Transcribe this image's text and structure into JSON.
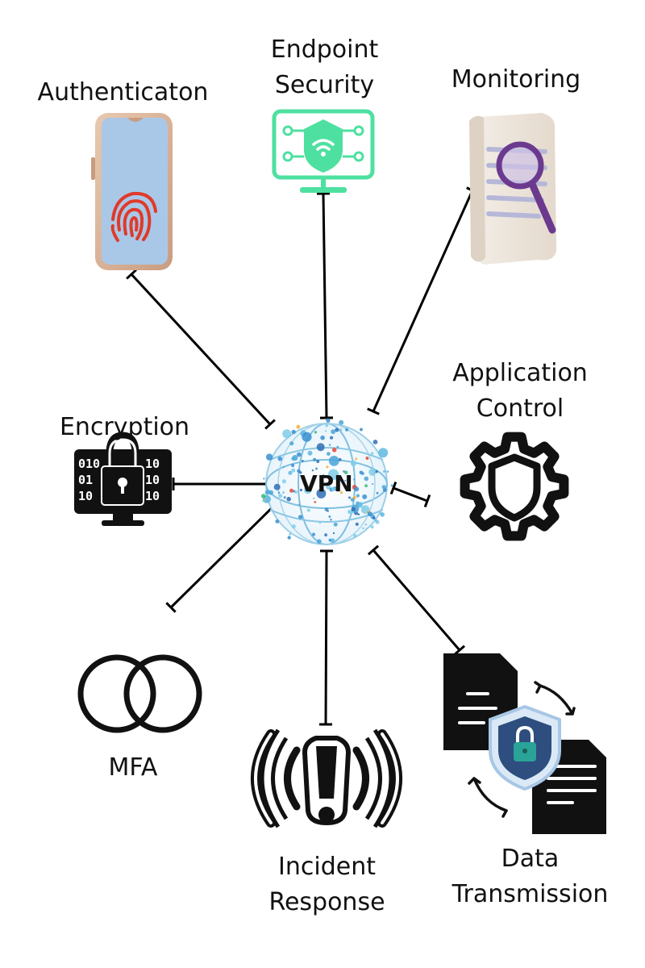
{
  "hub": {
    "label": "VPN"
  },
  "nodes": {
    "authentication": {
      "label": "Authenticaton",
      "icon": "fingerprint-phone-icon"
    },
    "endpoint_security": {
      "line1": "Endpoint",
      "line2": "Security",
      "icon": "shield-monitor-icon"
    },
    "monitoring": {
      "label": "Monitoring",
      "icon": "magnifier-document-icon"
    },
    "encryption": {
      "label": "Encryption",
      "icon": "binary-padlock-monitor-icon"
    },
    "application_control": {
      "line1": "Application",
      "line2": "Control",
      "icon": "gear-shield-icon"
    },
    "mfa": {
      "label": "MFA",
      "icon": "overlapping-circles-icon"
    },
    "incident_response": {
      "line1": "Incident",
      "line2": "Response",
      "icon": "alert-waves-icon"
    },
    "data_transmission": {
      "line1": "Data",
      "line2": "Transmission",
      "icon": "documents-shield-icon"
    }
  },
  "colors": {
    "line": "#000000",
    "endpoint_green": "#4ee0a0",
    "fingerprint_red": "#e03a2a",
    "phone_blue": "#a9c8e8",
    "monitor_purple": "#6b3a8f",
    "shield_navy": "#2d4e7e",
    "lock_teal": "#2aa398"
  }
}
